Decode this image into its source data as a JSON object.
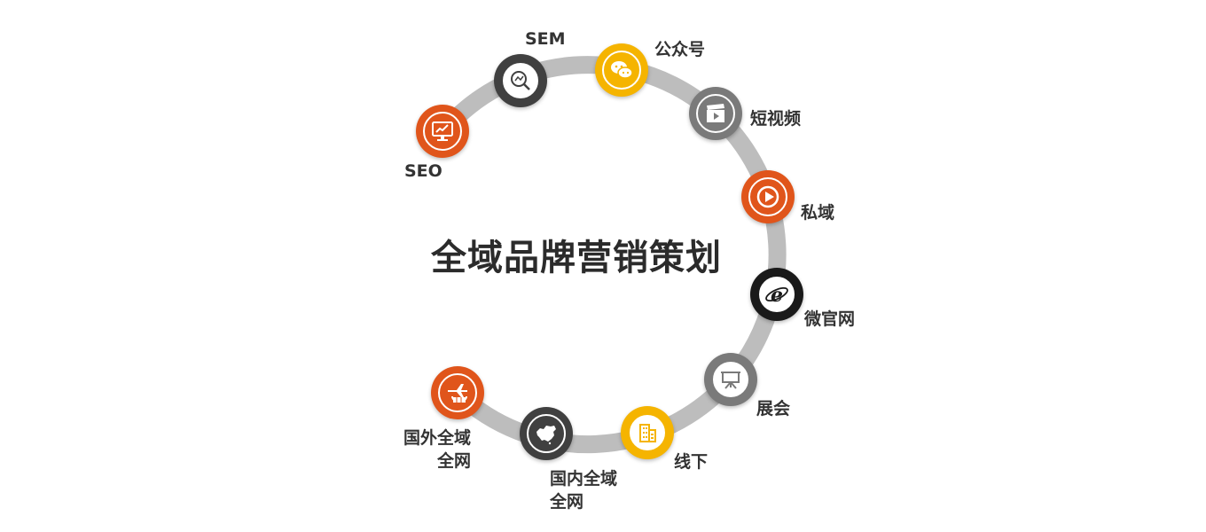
{
  "title": "全域品牌营销策划",
  "colors": {
    "ring": "#bdbdbd",
    "orange": "#e0551b",
    "yellow": "#f5b400",
    "dark": "#404040",
    "gray": "#7a7a7a",
    "black": "#1a1a1a"
  },
  "nodes": [
    {
      "id": "seo",
      "label": "SEO",
      "icon": "monitor-chart-icon",
      "color": "orange"
    },
    {
      "id": "sem",
      "label": "SEM",
      "icon": "search-analytics-icon",
      "color": "dark"
    },
    {
      "id": "gzh",
      "label": "公众号",
      "icon": "wechat-icon",
      "color": "yellow"
    },
    {
      "id": "dsp",
      "label": "短视频",
      "icon": "clapperboard-icon",
      "color": "gray"
    },
    {
      "id": "sy",
      "label": "私域",
      "icon": "play-circle-icon",
      "color": "orange"
    },
    {
      "id": "wgw",
      "label": "微官网",
      "icon": "ie-browser-icon",
      "color": "black"
    },
    {
      "id": "zh",
      "label": "展会",
      "icon": "presentation-board-icon",
      "color": "gray"
    },
    {
      "id": "xx",
      "label": "线下",
      "icon": "building-icon",
      "color": "yellow"
    },
    {
      "id": "gnqy",
      "label_line1": "国内全域",
      "label_line2": "全网",
      "icon": "china-map-icon",
      "color": "dark"
    },
    {
      "id": "gwqy",
      "label_line1": "国外全域",
      "label_line2": "全网",
      "icon": "plane-globe-icon",
      "color": "orange"
    }
  ]
}
